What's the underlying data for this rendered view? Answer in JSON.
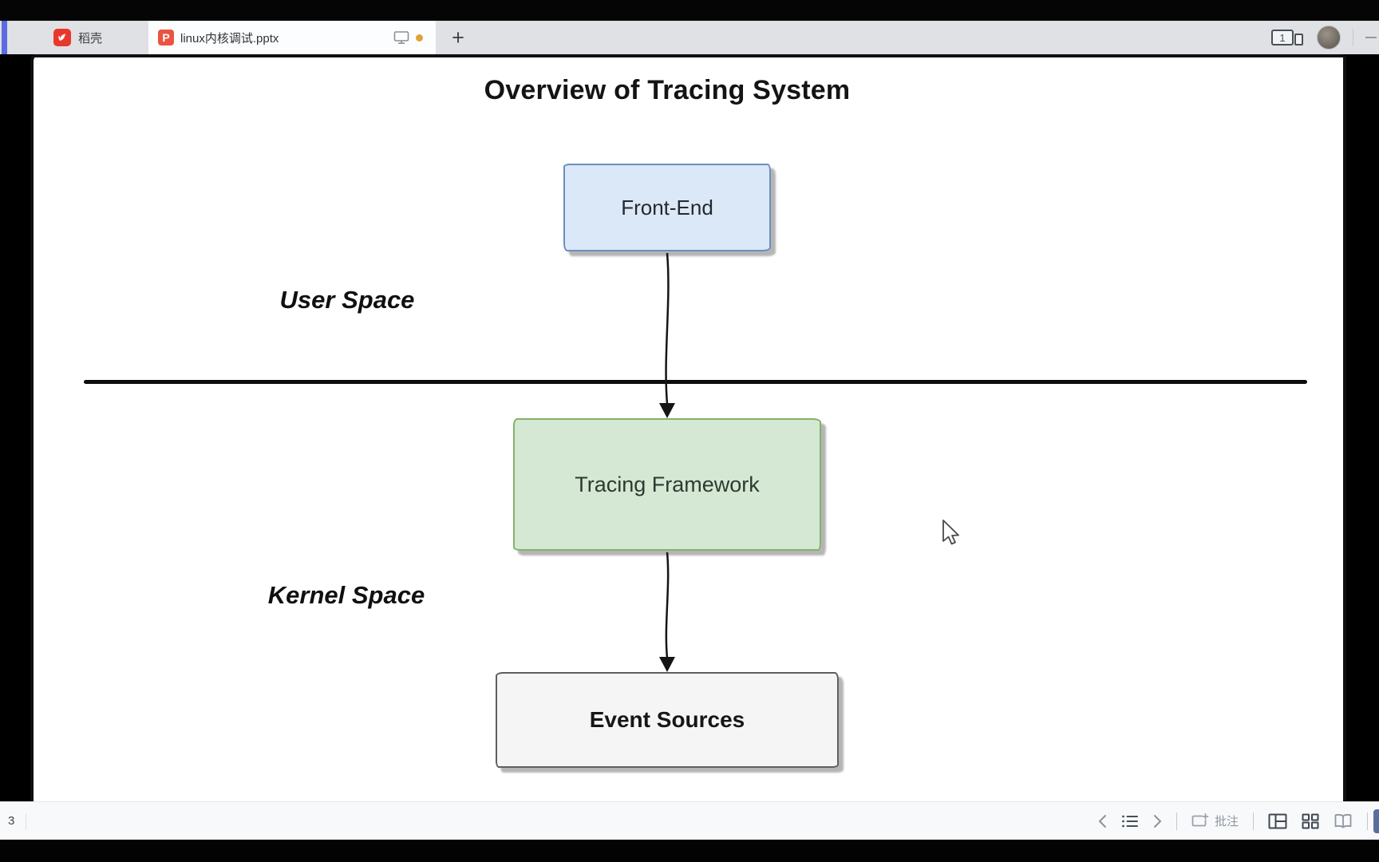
{
  "window": {
    "tab_bar": {
      "accent_color": "#5b6ce0",
      "docer_tab": {
        "label": "稻壳",
        "logo_color": "#e8382d"
      },
      "document_tab": {
        "title": "linux内核调试.pptx",
        "app_icon_letter": "P",
        "app_icon_color": "#ea5440",
        "modified_dot_color": "#dfa23b"
      },
      "new_tab_label": "+",
      "window_count_badge": "1",
      "minimize_glyph": "—"
    }
  },
  "slide": {
    "title": "Overview of Tracing System",
    "region_labels": {
      "user_space": "User Space",
      "kernel_space": "Kernel Space"
    },
    "nodes": [
      {
        "label": "Front-End",
        "fill": "#dbe8f7",
        "border": "#6c8ebf",
        "region": "User Space"
      },
      {
        "label": "Tracing Framework",
        "fill": "#d5e8d4",
        "border": "#82b366",
        "region": "Kernel Space"
      },
      {
        "label": "Event Sources",
        "fill": "#f5f5f5",
        "border": "#666666",
        "region": "Kernel Space"
      }
    ],
    "edges": [
      {
        "from": "Front-End",
        "to": "Tracing Framework"
      },
      {
        "from": "Tracing Framework",
        "to": "Event Sources"
      }
    ]
  },
  "status_bar": {
    "page_number": "3",
    "annotate_label": "批注",
    "icons": [
      "previous-slide",
      "slide-list",
      "next-slide",
      "add-annotation",
      "normal-view",
      "grid-view",
      "reading-view"
    ],
    "play_button_color": "#5a6e9e"
  }
}
